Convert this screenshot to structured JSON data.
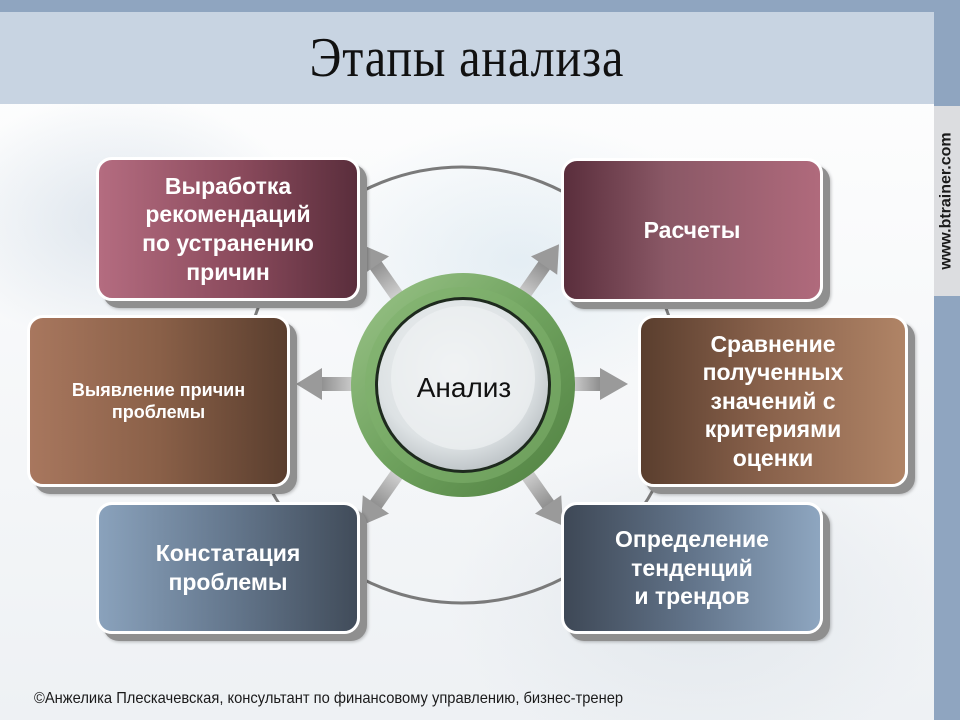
{
  "slide": {
    "title": "Этапы анализа",
    "brand": "www.btrainer.com",
    "footer": "©Анжелика Плескачевская, консультант по финансовому управлению, бизнес-тренер"
  },
  "diagram": {
    "center": {
      "label": "Анализ",
      "ring_color": "#6fa25e"
    },
    "nodes": [
      {
        "id": "recommendations",
        "label": "Выработка\nрекомендаций\nпо устранению\nпричин",
        "position": "top-left",
        "color": "#8a4a5c"
      },
      {
        "id": "calculations",
        "label": "Расчеты",
        "position": "top-right",
        "color": "#8a5866"
      },
      {
        "id": "causes",
        "label": "Выявление причин\nпроблемы",
        "position": "middle-left",
        "color": "#8a6048"
      },
      {
        "id": "comparison",
        "label": "Сравнение\nполученных\nзначений с\nкритериями\nоценки",
        "position": "middle-right",
        "color": "#87604a"
      },
      {
        "id": "statement",
        "label": "Констатация\nпроблемы",
        "position": "bottom-left",
        "color": "#65788e"
      },
      {
        "id": "trends",
        "label": "Определение\nтенденций\nи трендов",
        "position": "bottom-right",
        "color": "#62748a"
      }
    ],
    "colors": {
      "frame": "#8fa5c0",
      "title_bar": "#c8d4e2",
      "arrow": "#9a9a9a",
      "cycle_line": "#777777"
    }
  }
}
